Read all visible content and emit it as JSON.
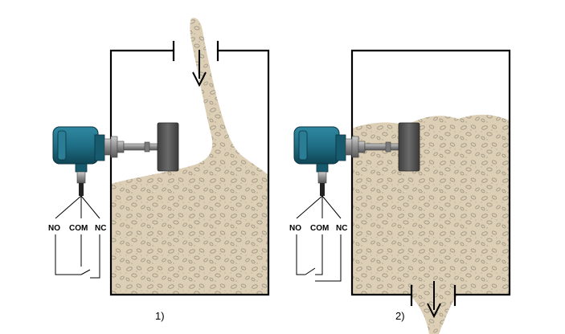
{
  "diagrams": [
    {
      "caption": "1)",
      "state": "filling",
      "switch_labels": {
        "no": "NO",
        "com": "COM",
        "nc": "NC"
      }
    },
    {
      "caption": "2)",
      "state": "emptying",
      "switch_labels": {
        "no": "NO",
        "com": "COM",
        "nc": "NC"
      }
    }
  ],
  "colors": {
    "material": "#dccfb5",
    "material_stone": "#9a9080",
    "sensor_housing": "#1f6f86",
    "sensor_dark": "#0f4555",
    "paddle": "#5a5a5a",
    "wall": "#000000"
  },
  "icons": [
    "level-switch-icon",
    "rotating-paddle-icon",
    "flow-arrow-icon"
  ]
}
